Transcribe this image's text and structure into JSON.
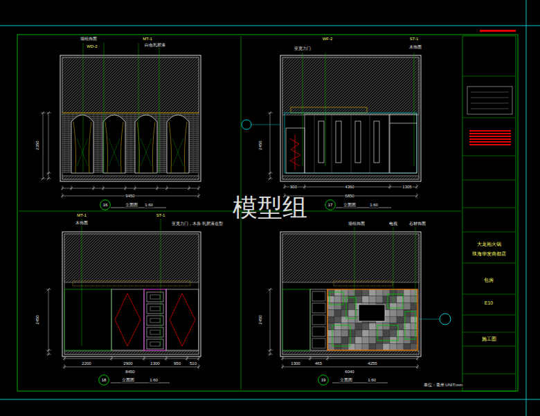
{
  "diagram": {
    "nodes": [
      {
        "text": [
          "16"
        ]
      },
      {
        "text": [
          "17"
        ]
      },
      {
        "text": [
          "18"
        ]
      },
      {
        "text": [
          "19"
        ]
      }
    ],
    "labels": [
      "模型组",
      "立面图",
      "1:60",
      "立面图",
      "1:60",
      "立面图",
      "1:60",
      "立面图",
      "1:60",
      "9450",
      "2350",
      "900",
      "4360",
      "1305",
      "6850",
      "2450",
      "2200",
      "2900",
      "1300",
      "950",
      "510",
      "8450",
      "2450",
      "1300",
      "465",
      "4255",
      "6040",
      "2450",
      "墙纸饰面",
      "WD-2",
      "MT-1",
      "白色乳胶漆",
      "亚克力门",
      "WF-2",
      "ST-1",
      "木饰面",
      "MT-1",
      "木饰面",
      "ST-1",
      "亚克力门，木条·乳胶漆造型",
      "墙纸饰面",
      "电视",
      "石材饰面",
      "大龙袍火锅",
      "珠海华发商都店",
      "包房",
      "E10",
      "施工图",
      "单位：毫米 UNIT:mm"
    ]
  }
}
